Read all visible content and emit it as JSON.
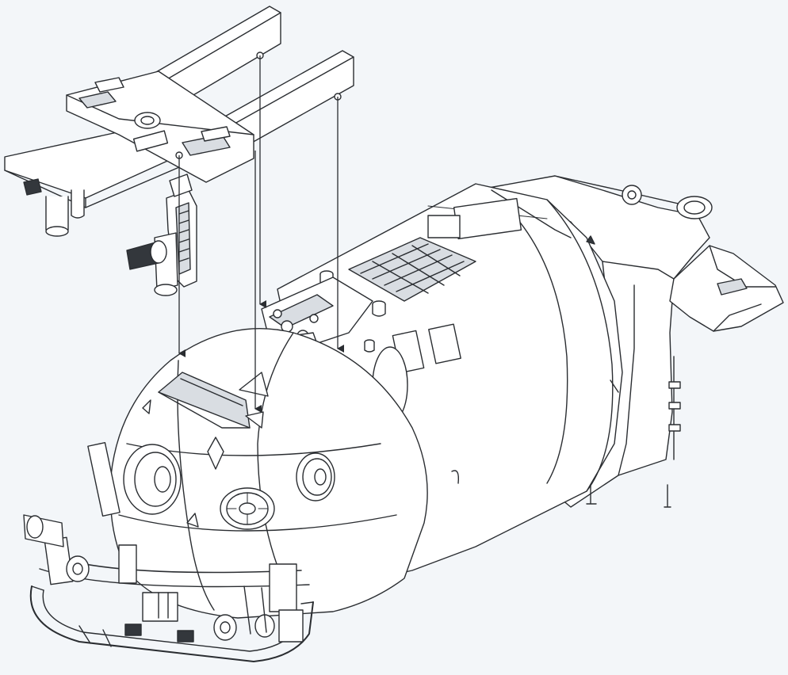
{
  "illustration": {
    "subject": "submersible-assembly-exploded-view",
    "colors": {
      "background": "#f3f6f9",
      "line": "#2a2d31",
      "fill": "#ffffff",
      "shade": "#d9dde2",
      "dark": "#33373c"
    },
    "arrows": {
      "count": 3
    },
    "parts": [
      "tow-bracket-frame",
      "sample-tray",
      "manipulator-arm",
      "hull-sphere",
      "hull-cylinder",
      "stern-fairing",
      "port-fin",
      "bow-bumper-frame",
      "viewport-center",
      "viewport-left",
      "viewport-right"
    ]
  }
}
